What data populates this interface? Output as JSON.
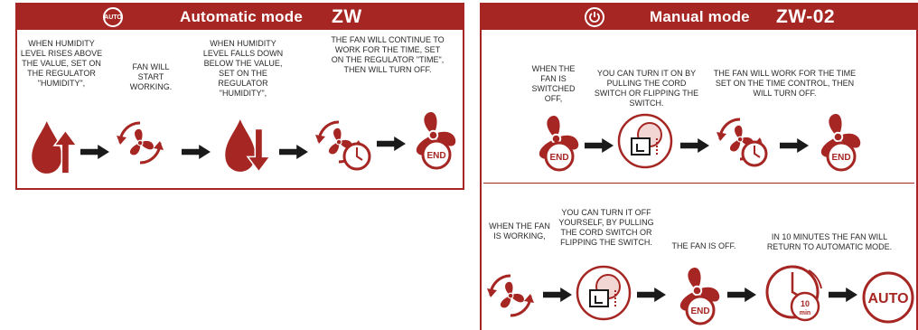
{
  "colors": {
    "accent": "#a52622",
    "arrow": "#1a1a1a"
  },
  "auto_panel": {
    "icon_label": "AUTO",
    "title": "Automatic mode",
    "model": "ZW",
    "captions": [
      "When humidity level rises above the value, set on the regulator \"Humidity\",",
      "Fan will start working.",
      "When humidity level falls down below the value, set on the regulator \"Humidity\",",
      "The fan will continue to work for the time, set on the regulator \"Time\", then will turn off."
    ],
    "end_label": "END"
  },
  "manual_panel": {
    "title": "Manual mode",
    "model": "ZW-02",
    "row1": {
      "captions": [
        "When the fan is switched off,",
        "You can turn it on by pulling the cord switch or flipping the switch.",
        "The fan will work for the time set on the time control, then will turn off."
      ],
      "end_label": "END"
    },
    "row2": {
      "captions": [
        "When the fan is working,",
        "You can turn it off yourself, by pulling the cord switch or flipping the switch.",
        "The fan is off.",
        "In 10 minutes the fan will return to automatic mode."
      ],
      "end_label": "END",
      "timer_value": "10",
      "timer_unit": "min",
      "auto_label": "AUTO"
    }
  }
}
